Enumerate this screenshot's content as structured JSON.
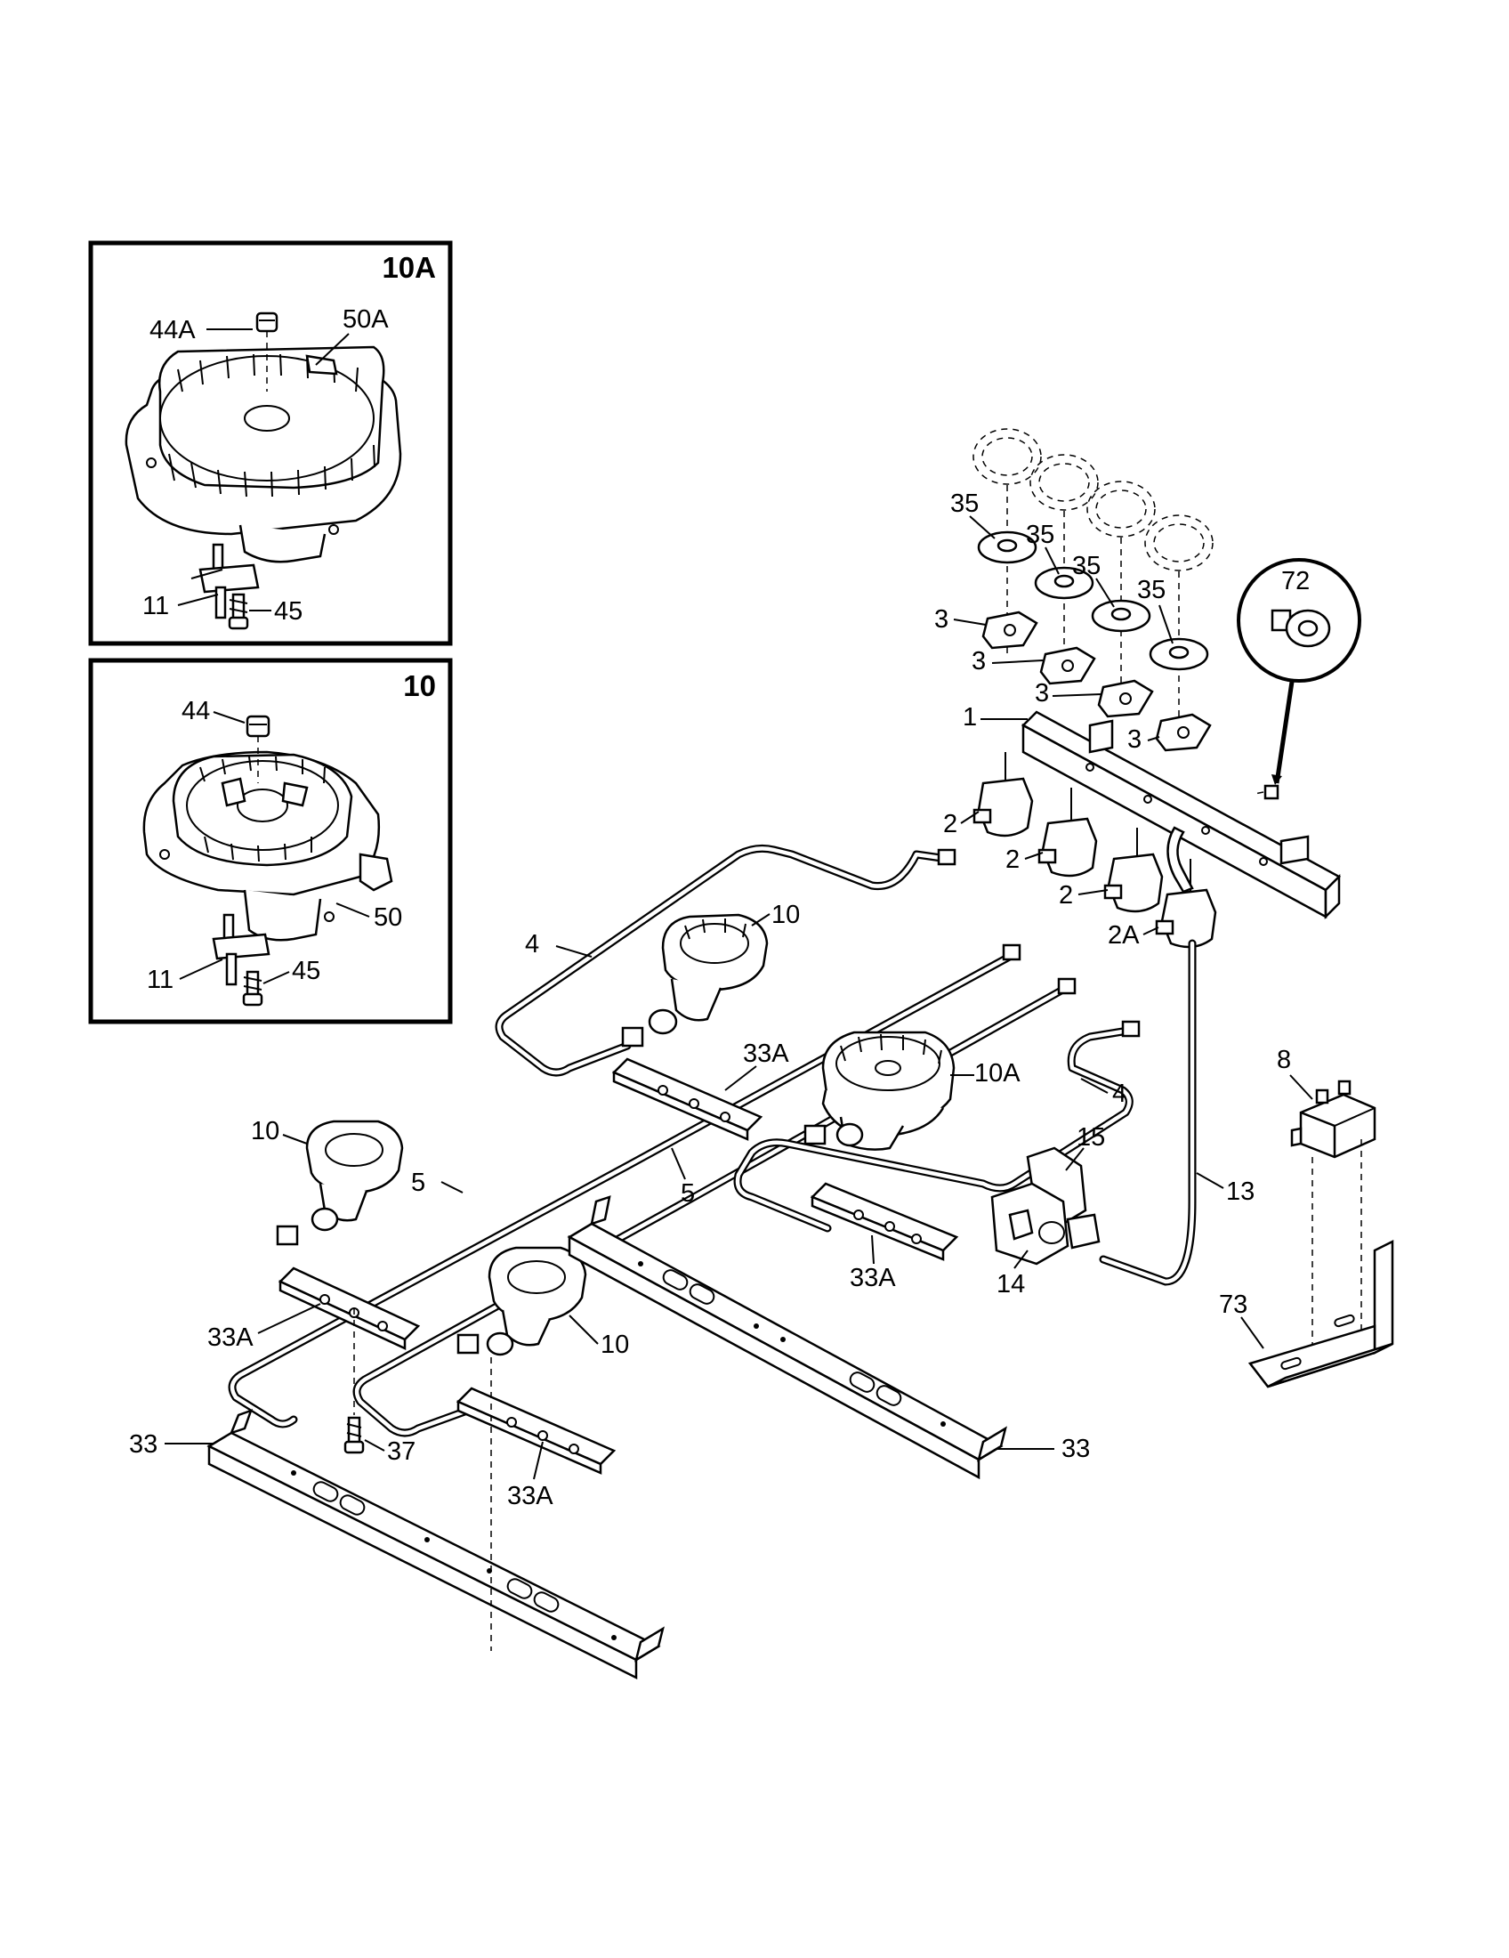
{
  "insets": [
    {
      "id": "inset-10a",
      "title": "10A",
      "labels": [
        "44A",
        "50A",
        "11",
        "45"
      ]
    },
    {
      "id": "inset-10",
      "title": "10",
      "labels": [
        "44",
        "50",
        "11",
        "45"
      ]
    }
  ],
  "callouts": [
    "35",
    "35",
    "35",
    "35",
    "72",
    "3",
    "3",
    "3",
    "3",
    "1",
    "2",
    "2",
    "2",
    "2A",
    "4",
    "10",
    "33A",
    "10A",
    "4",
    "10",
    "5",
    "5",
    "15",
    "13",
    "8",
    "33A",
    "14",
    "73",
    "33A",
    "10",
    "33",
    "37",
    "33",
    "33A"
  ]
}
